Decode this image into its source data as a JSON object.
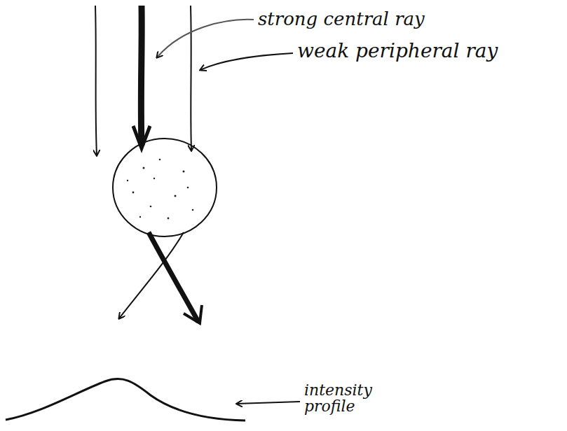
{
  "diagram": {
    "labels": [
      "strong central ray",
      "weak peripheral ray",
      "intensity profile"
    ]
  }
}
